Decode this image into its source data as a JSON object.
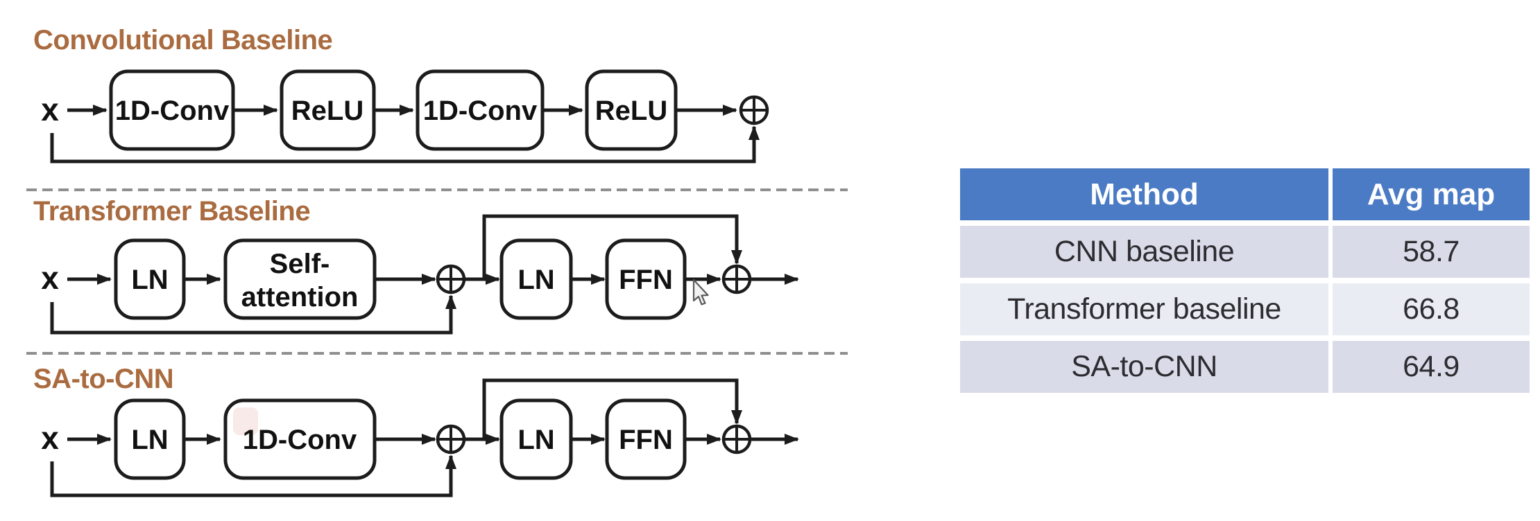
{
  "colors": {
    "background": "#ffffff",
    "section_title": "#A96B3F",
    "diagram_stroke": "#1c1c1c",
    "divider_gray": "#8f8f8f",
    "table_header_bg": "#4A7BC4",
    "table_header_text": "#ffffff",
    "table_row_odd_bg": "#D9DBE8",
    "table_row_even_bg": "#EAECF4",
    "table_text": "#2c2c31",
    "highlight_mark_pink": "#F3D9D6"
  },
  "icons": {
    "sum_node": "⊕",
    "mouse_cursor": "pointer-arrow"
  },
  "sections": [
    {
      "title": "Convolutional Baseline",
      "input_label": "x",
      "blocks": [
        "1D-Conv",
        "ReLU",
        "1D-Conv",
        "ReLU"
      ]
    },
    {
      "title": "Transformer Baseline",
      "input_label": "x",
      "blocks": [
        "LN",
        "Self-",
        "attention",
        "LN",
        "FFN"
      ]
    },
    {
      "title": "SA-to-CNN",
      "input_label": "x",
      "blocks": [
        "LN",
        "1D-Conv",
        "LN",
        "FFN"
      ]
    }
  ],
  "table": {
    "headers": [
      "Method",
      "Avg map"
    ],
    "rows": [
      {
        "method": "CNN baseline",
        "avg_map": "58.7"
      },
      {
        "method": "Transformer baseline",
        "avg_map": "66.8"
      },
      {
        "method": "SA-to-CNN",
        "avg_map": "64.9"
      }
    ]
  }
}
